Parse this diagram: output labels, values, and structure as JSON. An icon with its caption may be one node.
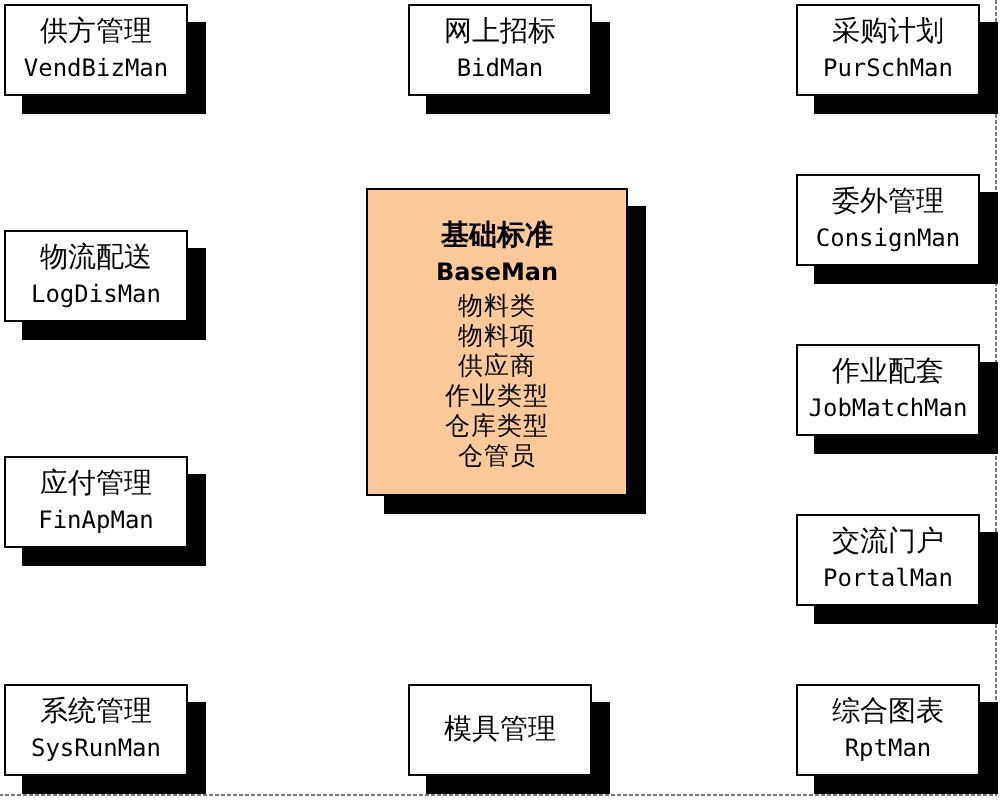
{
  "diagram": {
    "nodes": [
      {
        "text": [
          "供方管理",
          "VendBizMan"
        ]
      },
      {
        "text": [
          "网上招标",
          "BidMan"
        ]
      },
      {
        "text": [
          "采购计划",
          "PurSchMan"
        ]
      },
      {
        "text": [
          "物流配送",
          "LogDisMan"
        ]
      },
      {
        "text": [
          "基础标准",
          "BaseMan",
          "物料类",
          "物料项",
          "供应商",
          "作业类型",
          "仓库类型",
          "仓管员"
        ]
      },
      {
        "text": [
          "委外管理",
          "ConsignMan"
        ]
      },
      {
        "text": [
          "作业配套",
          "JobMatchMan"
        ]
      },
      {
        "text": [
          "应付管理",
          "FinApMan"
        ]
      },
      {
        "text": [
          "交流门户",
          "PortalMan"
        ]
      },
      {
        "text": [
          "系统管理",
          "SysRunMan"
        ]
      },
      {
        "text": [
          "模具管理"
        ]
      },
      {
        "text": [
          "综合图表",
          "RptMan"
        ]
      }
    ]
  }
}
